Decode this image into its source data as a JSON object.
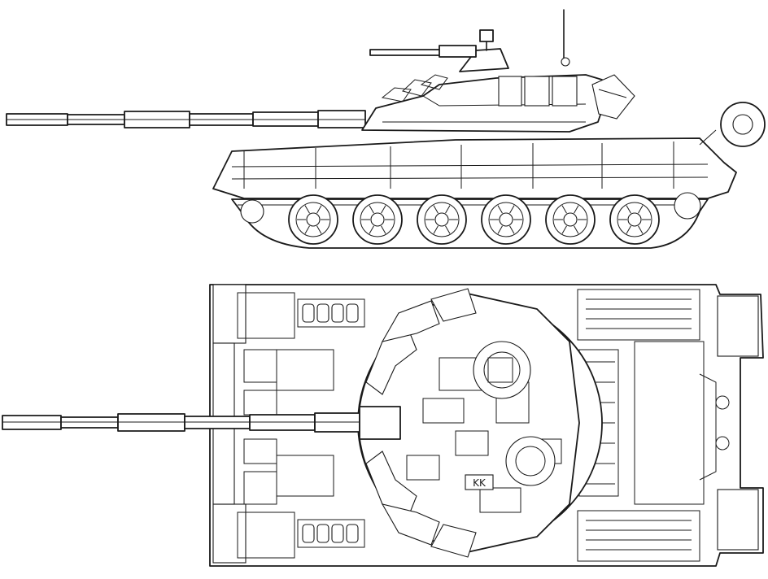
{
  "drawing": {
    "subject": "tank",
    "line_color": "#1a1a1a",
    "background_color": "#ffffff"
  },
  "side_view": {
    "road_wheels": 6
  },
  "top_view": {
    "hatches": 2,
    "turret_marking": "KK"
  }
}
